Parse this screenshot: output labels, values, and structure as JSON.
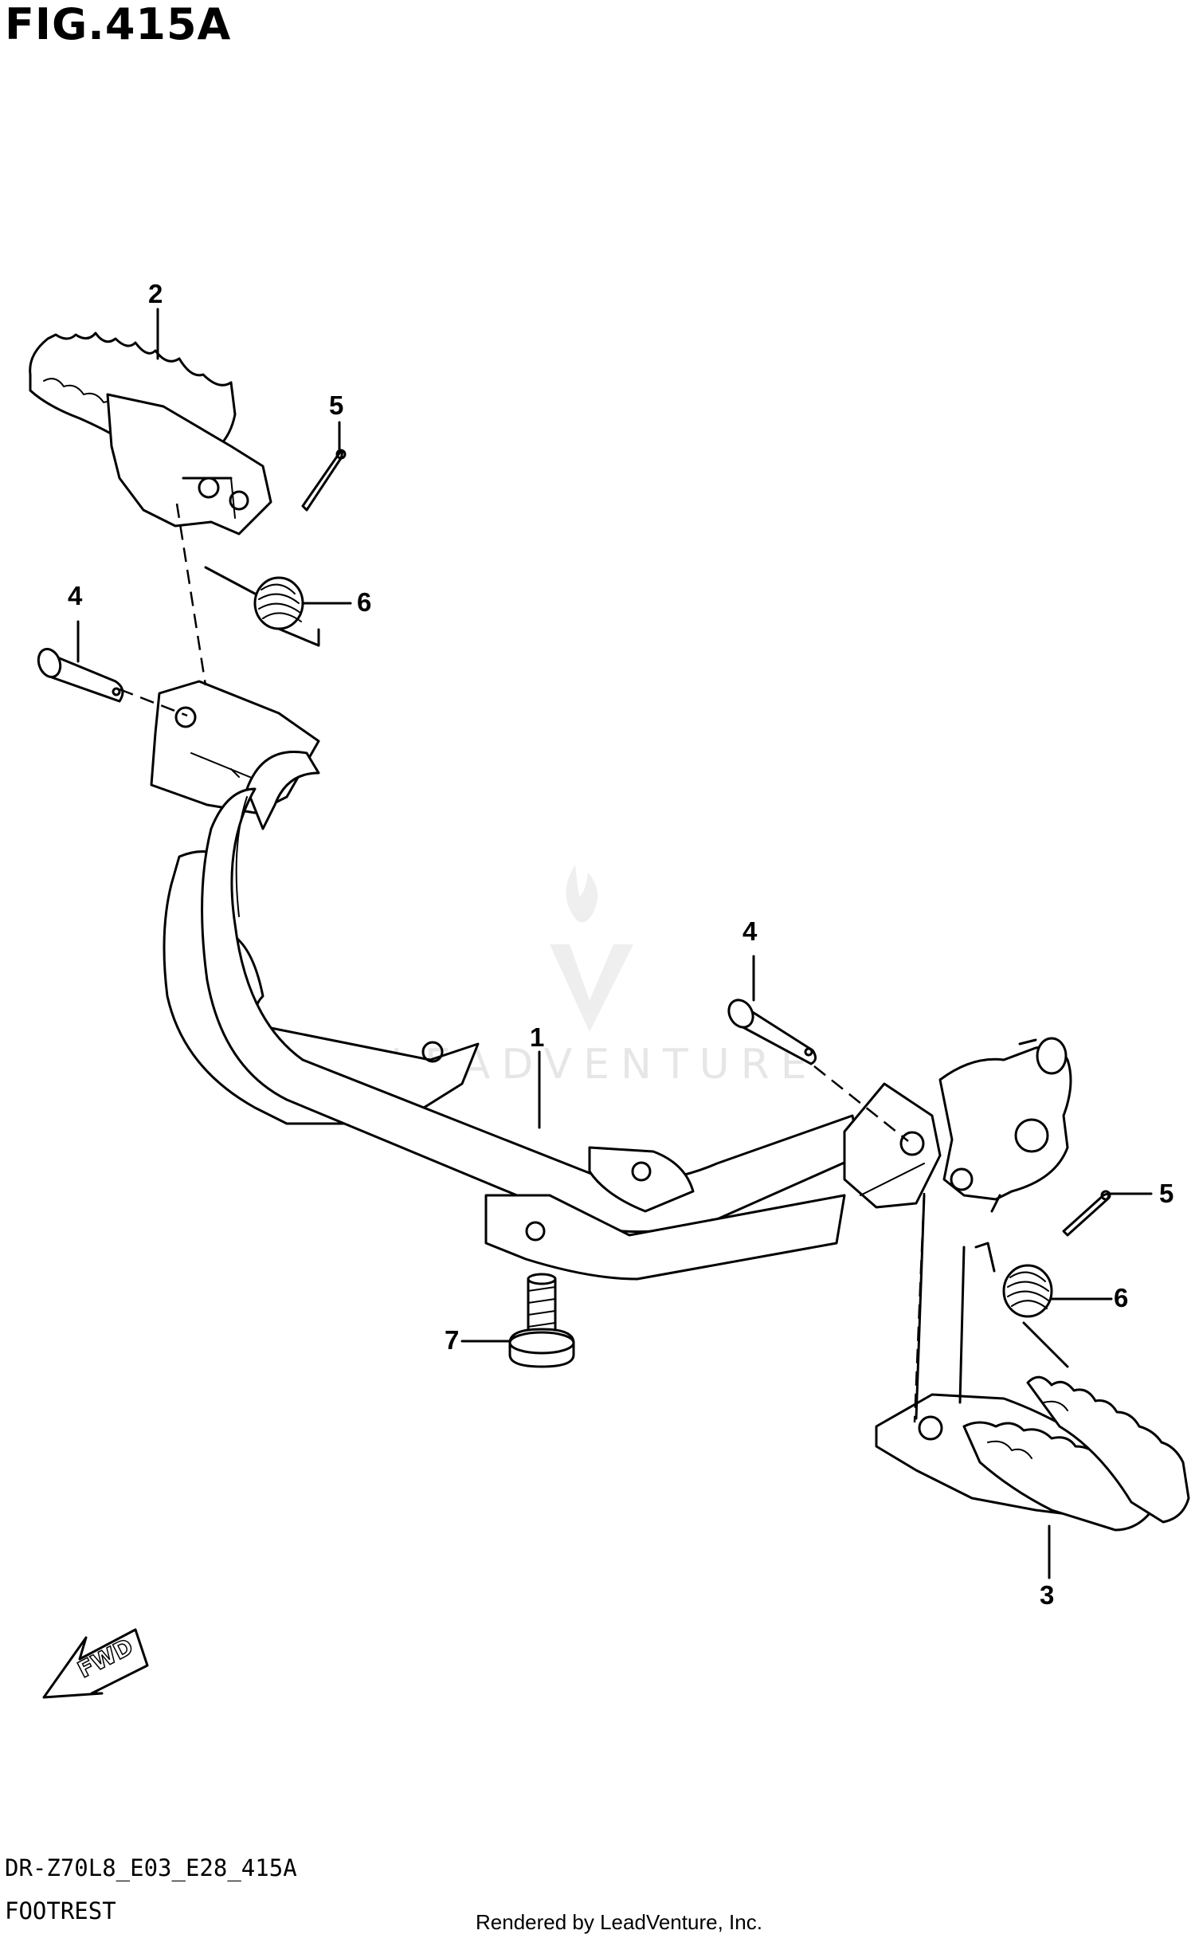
{
  "figure": {
    "title": "FIG.415A",
    "code": "DR-Z70L8_E03_E28_415A",
    "name": "FOOTREST",
    "credit": "Rendered by LeadVenture, Inc.",
    "watermark": "LEADVENTURE",
    "fwd_label": "FWD"
  },
  "callouts": [
    "1",
    "2",
    "3",
    "4",
    "4",
    "5",
    "5",
    "6",
    "6",
    "7"
  ],
  "colors": {
    "line": "#000000",
    "watermark": "#e6e6e6",
    "background": "#ffffff"
  }
}
